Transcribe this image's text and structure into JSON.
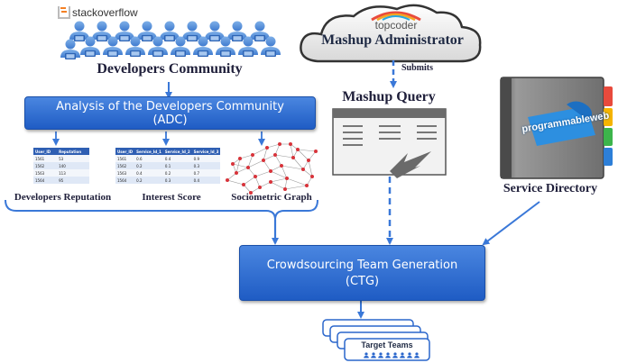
{
  "developers": {
    "logo": "stackoverflow",
    "label": "Developers Community"
  },
  "cloud": {
    "logo": "topcoder",
    "label": "Mashup Administrator"
  },
  "submits_label": "Submits",
  "adc": {
    "line1": "Analysis of the Developers Community",
    "line2": "(ADC)"
  },
  "mashup_query": "Mashup Query",
  "reputation": {
    "label": "Developers Reputation",
    "headers": [
      "User_ID",
      "Reputation"
    ],
    "rows": [
      [
        "1561",
        "53"
      ],
      [
        "1562",
        "140"
      ],
      [
        "1563",
        "113"
      ],
      [
        "1564",
        "95"
      ]
    ]
  },
  "interest": {
    "label": "Interest Score",
    "headers": [
      "User_ID",
      "Service_Id_1",
      "Service_Id_2",
      "Service_Id_3"
    ],
    "rows": [
      [
        "1561",
        "0.6",
        "0.4",
        "0.9"
      ],
      [
        "1562",
        "0.2",
        "0.1",
        "0.3"
      ],
      [
        "1563",
        "0.4",
        "0.2",
        "0.7"
      ],
      [
        "1564",
        "0.2",
        "0.3",
        "0.4"
      ]
    ]
  },
  "sociometric": {
    "label": "Sociometric Graph"
  },
  "service": {
    "logo": "programmableweb",
    "label": "Service Directory"
  },
  "ctg": {
    "line1": "Crowdsourcing Team Generation",
    "line2": "(CTG)"
  },
  "target_teams": "Target Teams",
  "colors": {
    "box_blue": "#2a66cc",
    "arrow_blue": "#3a78d8",
    "title_dark": "#1f1f3a"
  }
}
